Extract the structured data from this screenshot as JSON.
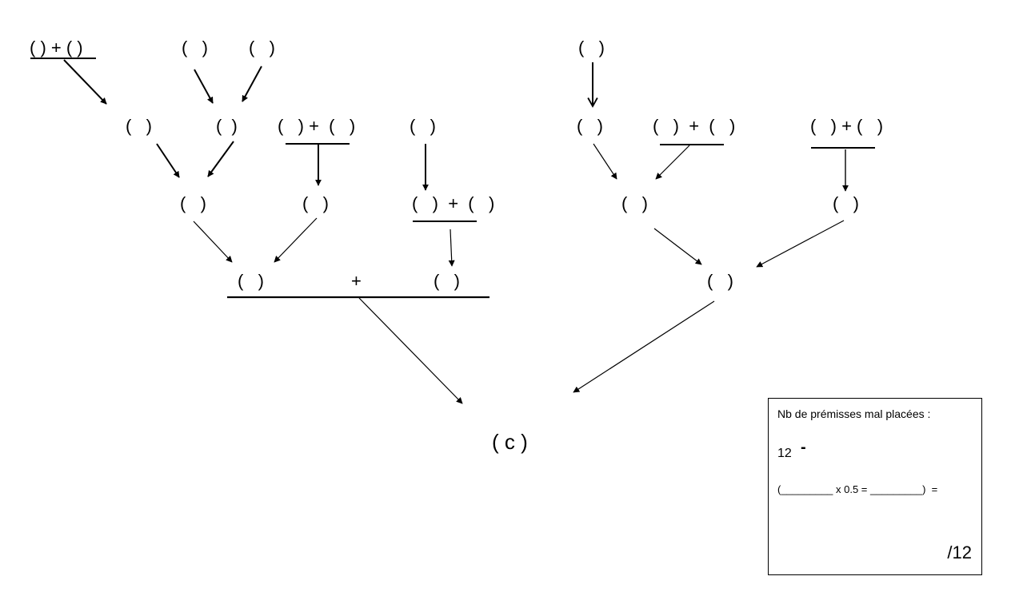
{
  "diagram": {
    "row1": {
      "n1": "( ) + ( )",
      "n2": "(   )",
      "n3": "(   )",
      "n4": "(   )"
    },
    "row2": {
      "n1": "(   )",
      "n2": "(  )",
      "n3": "(   ) +  (   )",
      "n4": "(   )",
      "n5": "(   )",
      "n6": "(   )  +  (   )",
      "n7": "(   ) + (   )"
    },
    "row3": {
      "n1": "(   )",
      "n2": "(   )",
      "n3": "(   )  +  (   )",
      "n4": "(   )",
      "n5": "(   )"
    },
    "row4": {
      "n1": "(   )",
      "plus": "+",
      "n2": "(   )",
      "n3": "(   )"
    },
    "conclusion": "( c )"
  },
  "score_box": {
    "title": "Nb de prémisses mal placées :",
    "twelve": "12",
    "minus": "-",
    "formula": "(_________ x 0.5 = _________)  =",
    "total": "/12"
  }
}
